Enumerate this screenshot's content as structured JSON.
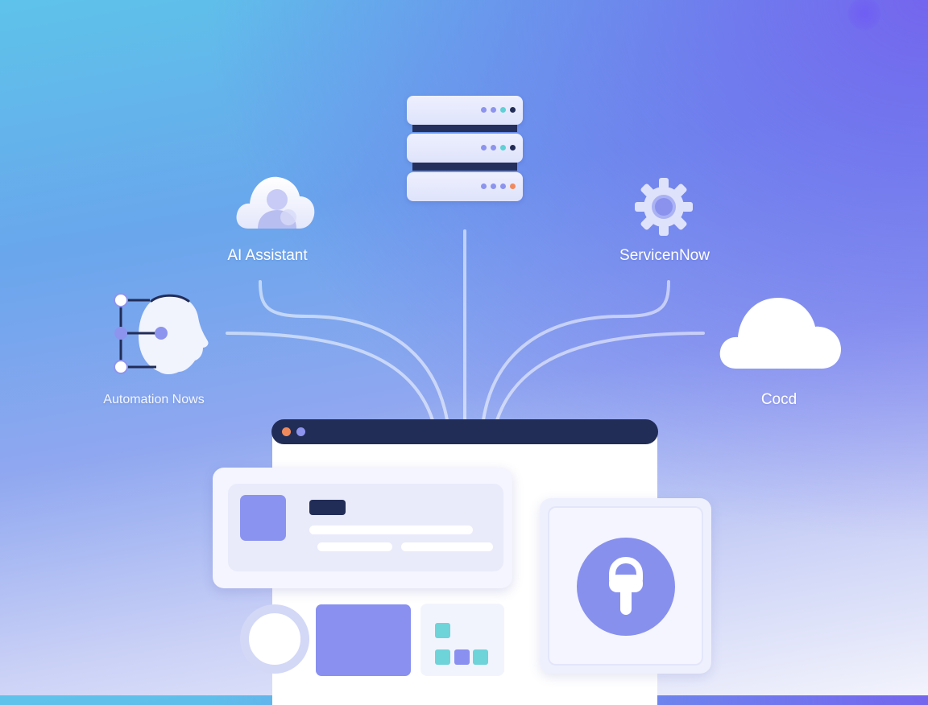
{
  "nodes": {
    "ai_assistant": {
      "label": "AI Assistant",
      "icon": "cloud-person-icon"
    },
    "servicenow": {
      "label": "ServicenNow",
      "icon": "gear-icon"
    },
    "automation": {
      "label": "Automation Nows",
      "icon": "head-network-icon"
    },
    "cloud": {
      "label": "Cocd",
      "icon": "cloud-icon"
    },
    "server": {
      "icon": "server-stack-icon"
    }
  },
  "browser": {
    "icon": "lock-icon"
  },
  "colors": {
    "navy": "#222d57",
    "indigo": "#8890ee",
    "teal": "#6fd3da",
    "orange": "#f08a5d"
  }
}
